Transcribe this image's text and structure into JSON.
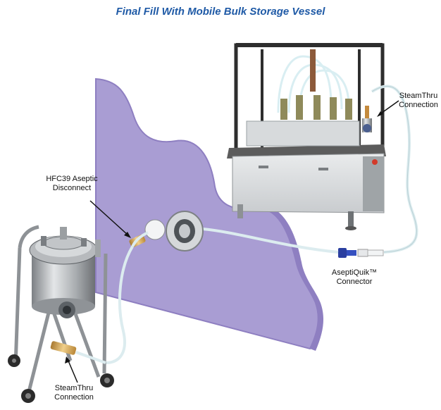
{
  "title": "Final Fill With Mobile Bulk Storage Vessel",
  "labels": {
    "steamthru_top": {
      "line1": "SteamThru",
      "line2": "Connection"
    },
    "hfc39": {
      "line1": "HFC39 Aseptic",
      "line2": "Disconnect"
    },
    "aseptiquik": {
      "line1": "AseptiQuik™",
      "line2": "Connector"
    },
    "steamthru_bottom": {
      "line1": "SteamThru",
      "line2": "Connection"
    }
  },
  "colors": {
    "wall": "#a99dd3",
    "wall_edge": "#8e7fc1",
    "title": "#1f5aa6",
    "steel": "#b9bcbf",
    "brass": "#d6a85a",
    "connector_blue": "#2b3fa0"
  }
}
